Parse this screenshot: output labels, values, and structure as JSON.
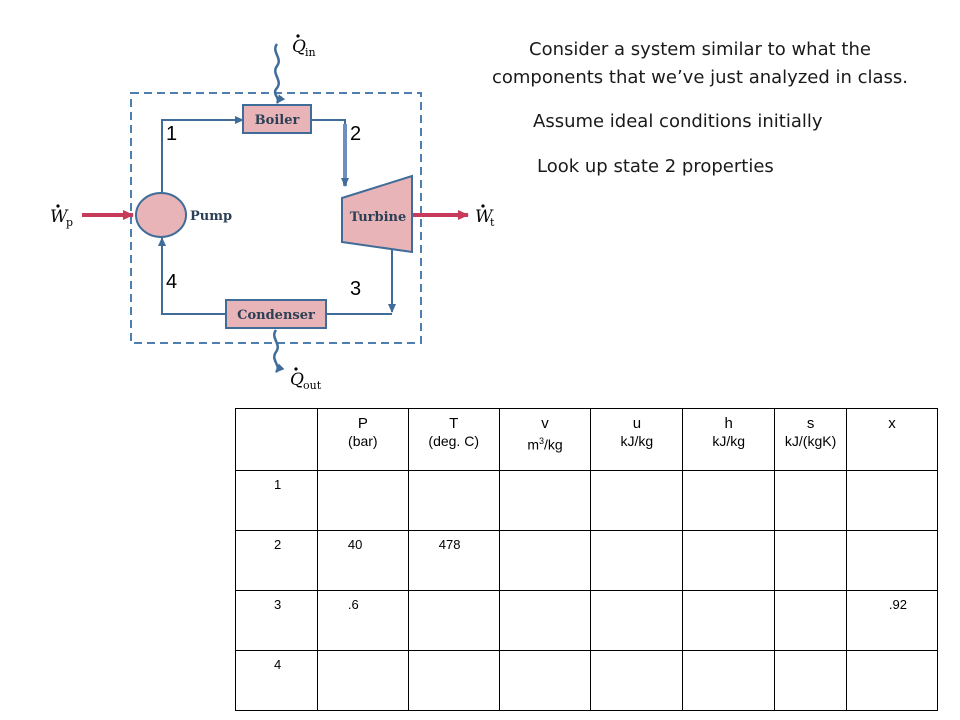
{
  "notes": {
    "line1": "Consider a system similar to what the",
    "line2": "components that we’ve just analyzed in class.",
    "line3": "Assume ideal conditions initially",
    "line4": "Look up state 2 properties"
  },
  "diagram": {
    "boiler": "Boiler",
    "pump": "Pump",
    "turbine": "Turbine",
    "condenser": "Condenser",
    "q_in_symbol": "Q",
    "q_in_sub": "in",
    "q_out_symbol": "Q",
    "q_out_sub": "out",
    "w_p_symbol": "W",
    "w_p_sub": "p",
    "w_t_symbol": "W",
    "w_t_sub": "t",
    "state_labels": [
      "1",
      "2",
      "3",
      "4"
    ],
    "colors": {
      "component_fill": "#e9b4b8",
      "line": "#3f6c99",
      "heat_arrow": "#3f6c99",
      "work_arrow": "#c83a5a",
      "boundary": "#4f7fb0"
    }
  },
  "table": {
    "headers": [
      {
        "sym": "",
        "unit": ""
      },
      {
        "sym": "P",
        "unit": "(bar)"
      },
      {
        "sym": "T",
        "unit": "(deg. C)"
      },
      {
        "sym": "v",
        "unit_pre": "m",
        "unit_sup": "3",
        "unit_post": "/kg"
      },
      {
        "sym": "u",
        "unit": "kJ/kg"
      },
      {
        "sym": "h",
        "unit": "kJ/kg"
      },
      {
        "sym": "s",
        "unit": "kJ/(kgK)"
      },
      {
        "sym": "x",
        "unit": ""
      }
    ],
    "rows": [
      {
        "state": "1",
        "P": "",
        "T": "",
        "v": "",
        "u": "",
        "h": "",
        "s": "",
        "x": ""
      },
      {
        "state": "2",
        "P": "40",
        "T": "478",
        "v": "",
        "u": "",
        "h": "",
        "s": "",
        "x": ""
      },
      {
        "state": "3",
        "P": ".6",
        "T": "",
        "v": "",
        "u": "",
        "h": "",
        "s": "",
        "x": ".92"
      },
      {
        "state": "4",
        "P": "",
        "T": "",
        "v": "",
        "u": "",
        "h": "",
        "s": "",
        "x": ""
      }
    ]
  }
}
